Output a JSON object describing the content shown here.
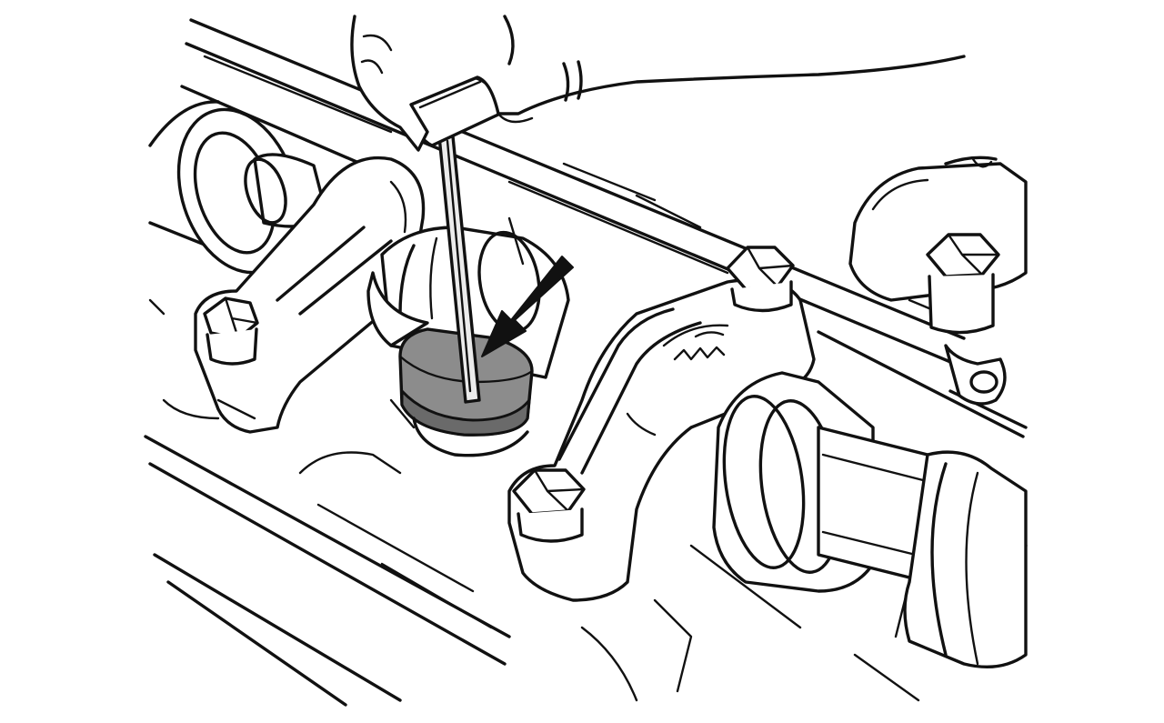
{
  "figure": {
    "subject": "camshaft-shim-removal",
    "colors": {
      "line": "#111111",
      "background": "#ffffff",
      "shim_fill": "#8c8c8c",
      "shim_edge": "#6a6a6a",
      "tool_fill": "#ececec"
    },
    "icons": [
      "hand",
      "screwdriver",
      "arrow",
      "hex-bolt",
      "camshaft",
      "bearing-cap",
      "valve-shim"
    ]
  }
}
